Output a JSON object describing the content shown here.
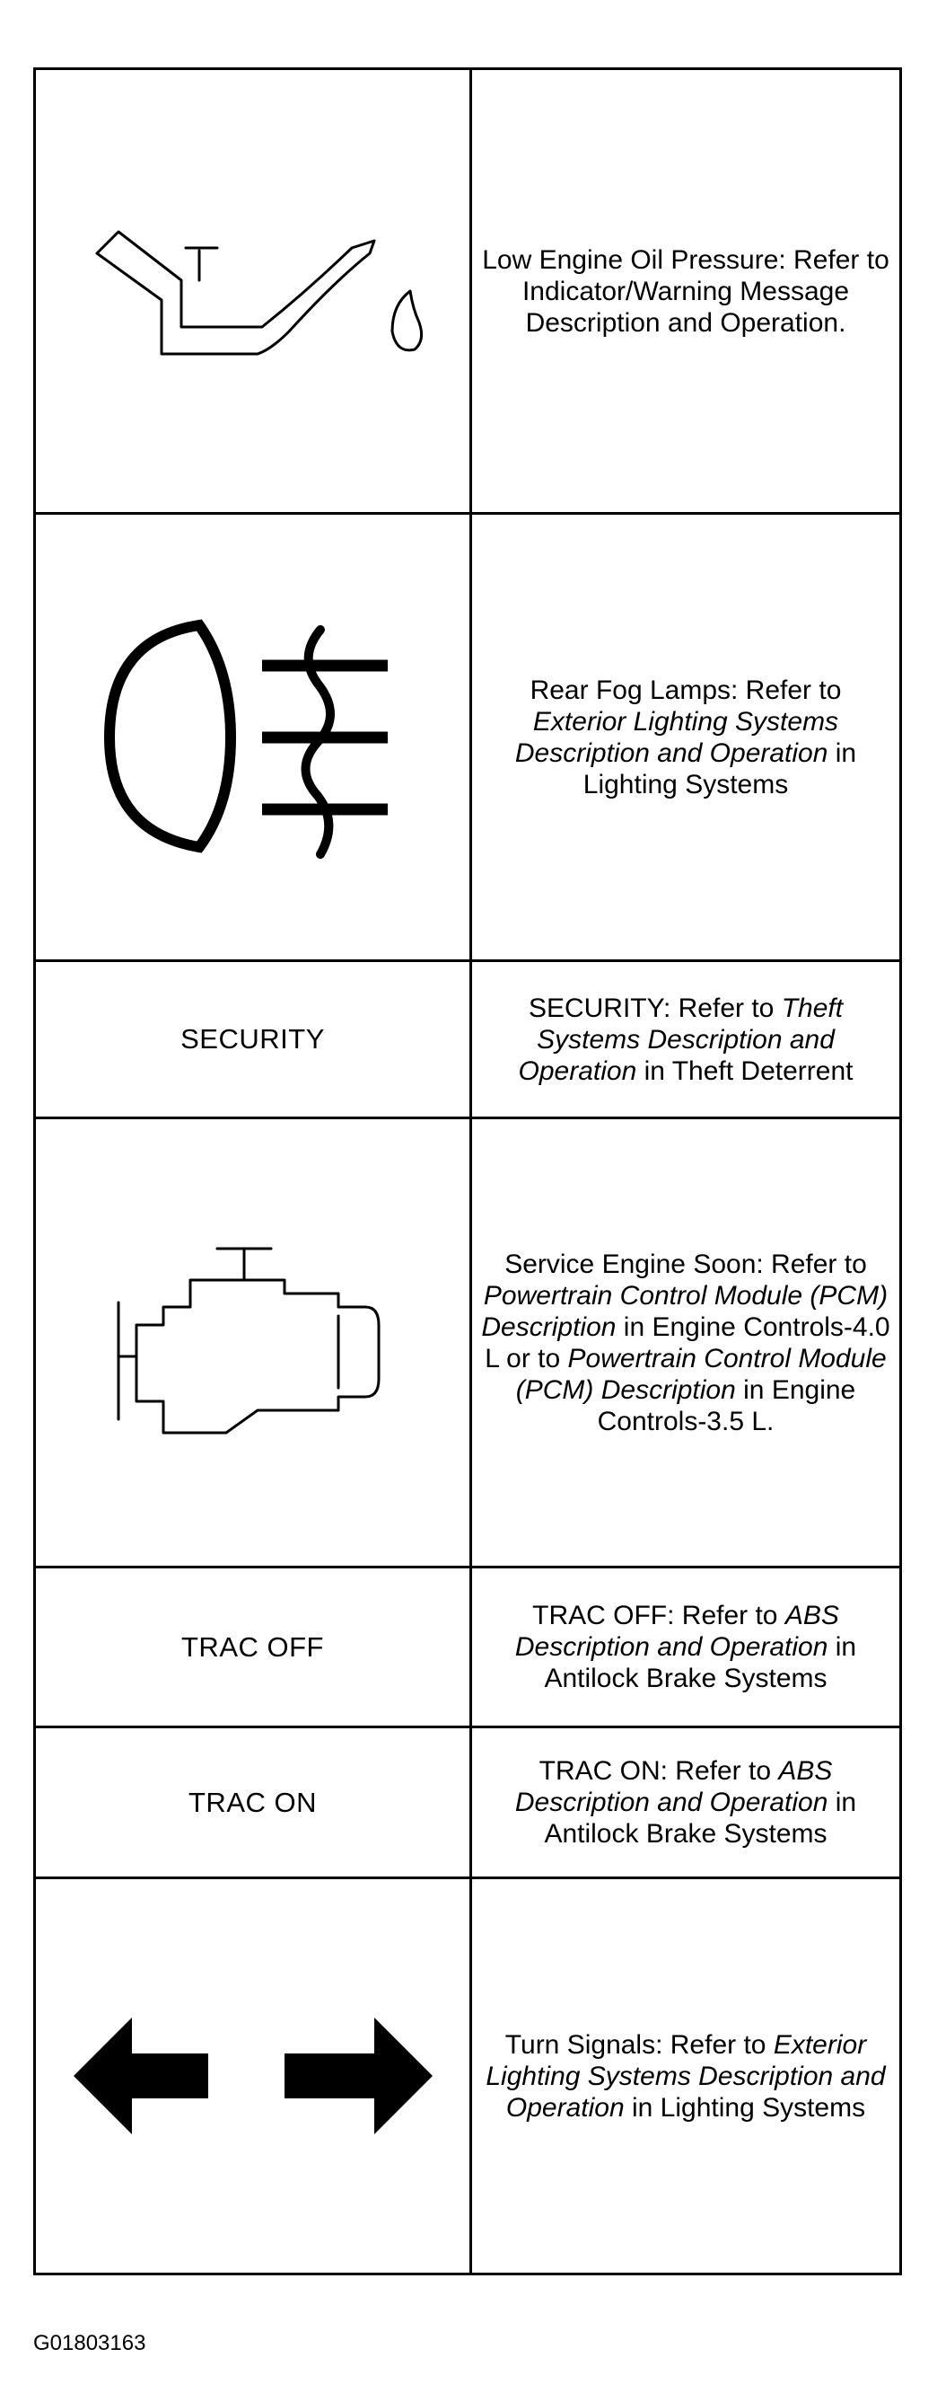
{
  "rows": [
    {
      "icon": "oil-can-icon",
      "parts": [
        {
          "t": "Low Engine Oil Pressure: Refer to Indicator/Warning Message Description and Operation.",
          "i": false
        }
      ]
    },
    {
      "icon": "rear-fog-lamp-icon",
      "parts": [
        {
          "t": "Rear Fog Lamps: Refer to ",
          "i": false
        },
        {
          "t": "Exterior Lighting Systems Description and Operation",
          "i": true
        },
        {
          "t": " in Lighting Systems",
          "i": false
        }
      ]
    },
    {
      "label": "SECURITY",
      "parts": [
        {
          "t": "SECURITY: Refer to ",
          "i": false
        },
        {
          "t": "Theft Systems Description and Operation",
          "i": true
        },
        {
          "t": " in Theft Deterrent",
          "i": false
        }
      ]
    },
    {
      "icon": "engine-icon",
      "parts": [
        {
          "t": "Service Engine Soon: Refer to ",
          "i": false
        },
        {
          "t": "Powertrain Control Module (PCM) Description",
          "i": true
        },
        {
          "t": " in Engine Controls-4.0 L or to ",
          "i": false
        },
        {
          "t": "Powertrain Control Module (PCM) Description",
          "i": true
        },
        {
          "t": " in Engine Controls-3.5 L.",
          "i": false
        }
      ]
    },
    {
      "label": "TRAC OFF",
      "parts": [
        {
          "t": "TRAC OFF: Refer to ",
          "i": false
        },
        {
          "t": "ABS Description and Operation",
          "i": true
        },
        {
          "t": " in Antilock Brake Systems",
          "i": false
        }
      ]
    },
    {
      "label": "TRAC ON",
      "parts": [
        {
          "t": "TRAC ON: Refer to ",
          "i": false
        },
        {
          "t": "ABS Description and Operation",
          "i": true
        },
        {
          "t": " in Antilock Brake Systems",
          "i": false
        }
      ]
    },
    {
      "icon": "turn-signal-arrows-icon",
      "parts": [
        {
          "t": "Turn Signals: Refer to ",
          "i": false
        },
        {
          "t": "Exterior Lighting Systems Description and Operation",
          "i": true
        },
        {
          "t": " in Lighting Systems",
          "i": false
        }
      ]
    }
  ],
  "figure_code": "G01803163"
}
